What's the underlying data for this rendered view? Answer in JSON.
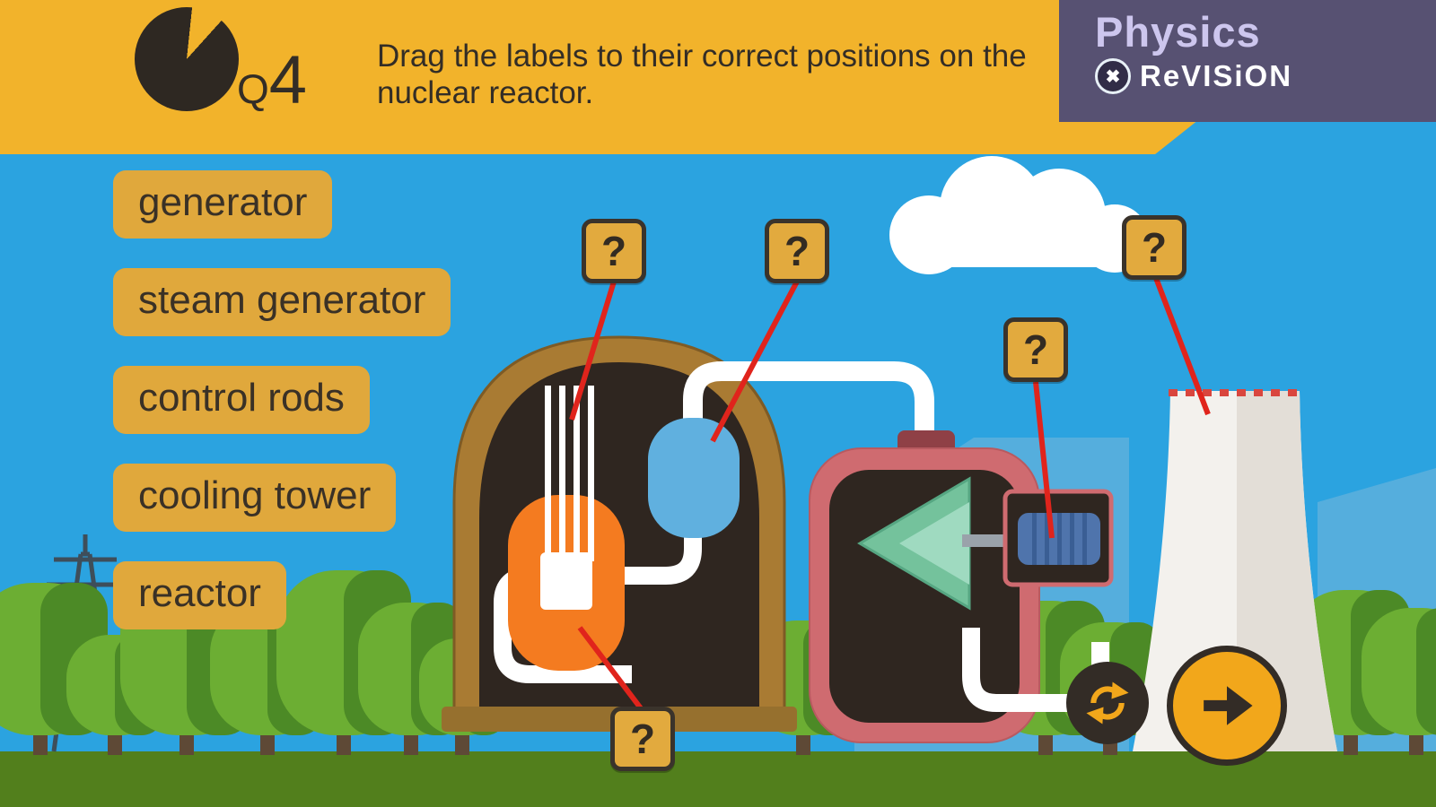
{
  "header": {
    "q_prefix": "Q",
    "q_number": "4",
    "instruction": "Drag the labels to their correct positions on the nuclear reactor.",
    "brand_title": "Physics",
    "brand_name": "ReVISiON",
    "brand_icon_glyph": "✖"
  },
  "labels": [
    {
      "text": "generator"
    },
    {
      "text": "steam generator"
    },
    {
      "text": "control rods"
    },
    {
      "text": "cooling tower"
    },
    {
      "text": "reactor"
    }
  ],
  "tiles": [
    {
      "glyph": "?"
    },
    {
      "glyph": "?"
    },
    {
      "glyph": "?"
    },
    {
      "glyph": "?"
    },
    {
      "glyph": "?"
    }
  ],
  "colors": {
    "banner_yellow": "#F2B32B",
    "chip_gold": "#E0A83C",
    "tile_gold": "#E2AA3E",
    "sky_blue": "#2BA3E0",
    "grass_green": "#527F1C",
    "connector_red": "#E0241C",
    "brand_purple": "#575172",
    "dark": "#332C26",
    "accent_yellow": "#F2A71B",
    "reactor_orange": "#F47B20",
    "steam_gen_blue": "#60B0DF",
    "turbine_pink": "#CF6B70"
  }
}
